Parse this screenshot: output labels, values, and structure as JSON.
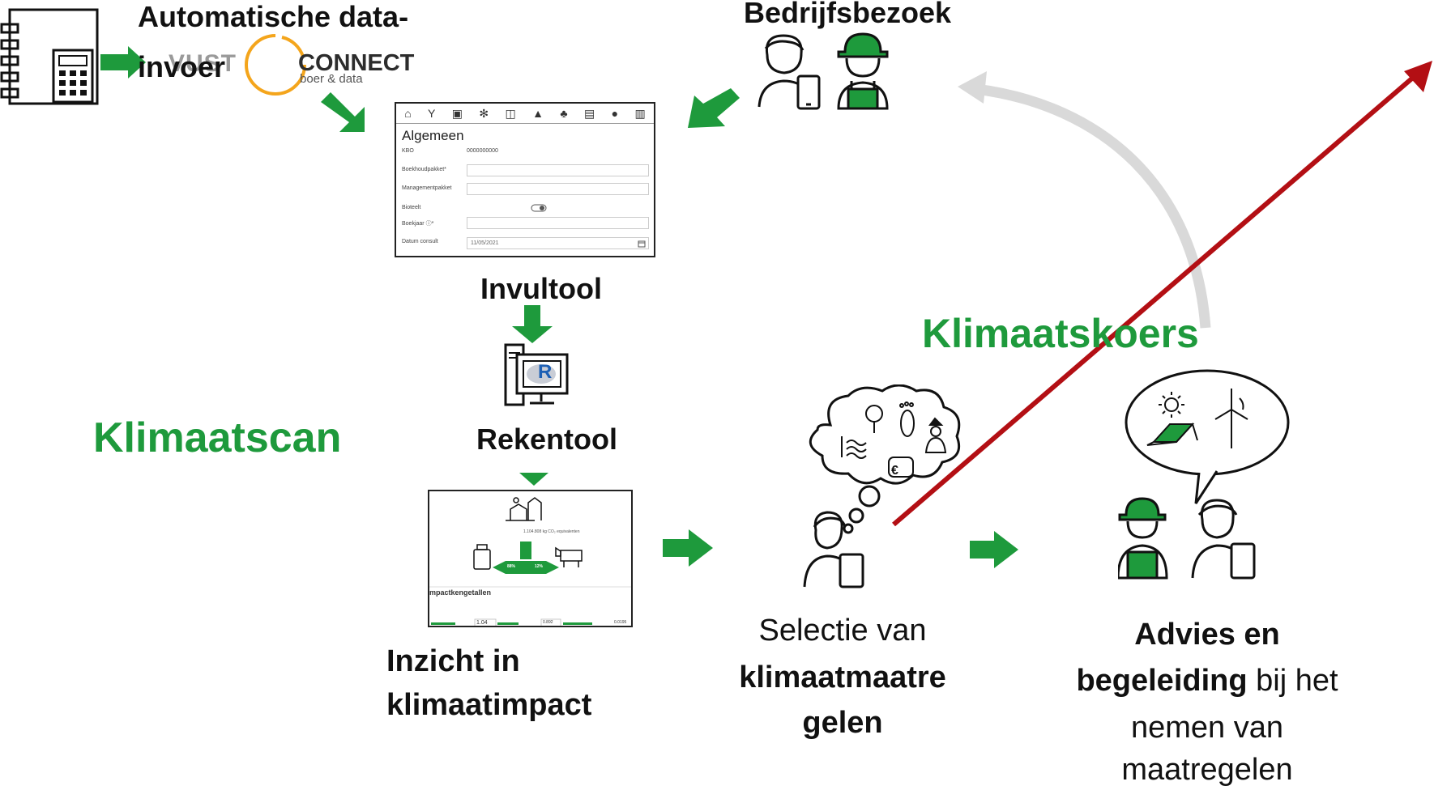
{
  "source": {
    "title_line1": "Automatische data-",
    "title_line2": "invoer"
  },
  "logo": {
    "left_text": "VUST",
    "brand": "CONNECT",
    "tagline": "boer & data"
  },
  "visit": {
    "title": "Bedrijfsbezoek"
  },
  "form": {
    "heading": "Algemeen",
    "fields": [
      {
        "label": "KBO",
        "value": "0000000000"
      },
      {
        "label": "Boekhoudpakket*",
        "value": ""
      },
      {
        "label": "Managementpakket",
        "value": ""
      },
      {
        "label": "Bioteelt",
        "value": ""
      },
      {
        "label": "Boekjaar ⓘ*",
        "value": ""
      },
      {
        "label": "Datum consult",
        "value": "11/05/2021"
      }
    ],
    "toolbar_icons": [
      "home-icon",
      "sprout-icon",
      "tractor-icon",
      "paw-icon",
      "trough-icon",
      "pile-icon",
      "machine-icon",
      "pump-icon",
      "drop-icon",
      "fence-icon"
    ]
  },
  "invultool": {
    "label": "Invultool"
  },
  "rekentool": {
    "label": "Rekentool",
    "badge": "R"
  },
  "klimaatscan": {
    "label": "Klimaatscan"
  },
  "klimaatskoers": {
    "label": "Klimaatskoers"
  },
  "impact": {
    "label_line1": "Inzicht in",
    "label_line2": "klimaatimpact",
    "section_title": "mpactkengetallen",
    "emissions_text": "1.104.808 kg CO₂ equivalenten",
    "share_left": "88%",
    "share_right": "12%",
    "kpi_values": [
      "1.04",
      "0.892",
      "0.0195"
    ]
  },
  "selection": {
    "line1": "Selectie van",
    "line2": "klimaatmaatre",
    "line3": "gelen",
    "currency": "€"
  },
  "advice": {
    "line1": "Advies en",
    "line2_bold": "begeleiding",
    "line2_rest": " bij het",
    "line3": "nemen van",
    "line4": "maatregelen"
  },
  "colors": {
    "green": "#1e9a3c",
    "dark_red": "#b30f14",
    "gray_arrow": "#d9d9d9",
    "black": "#111111",
    "logo_orange": "#f4a51c"
  }
}
